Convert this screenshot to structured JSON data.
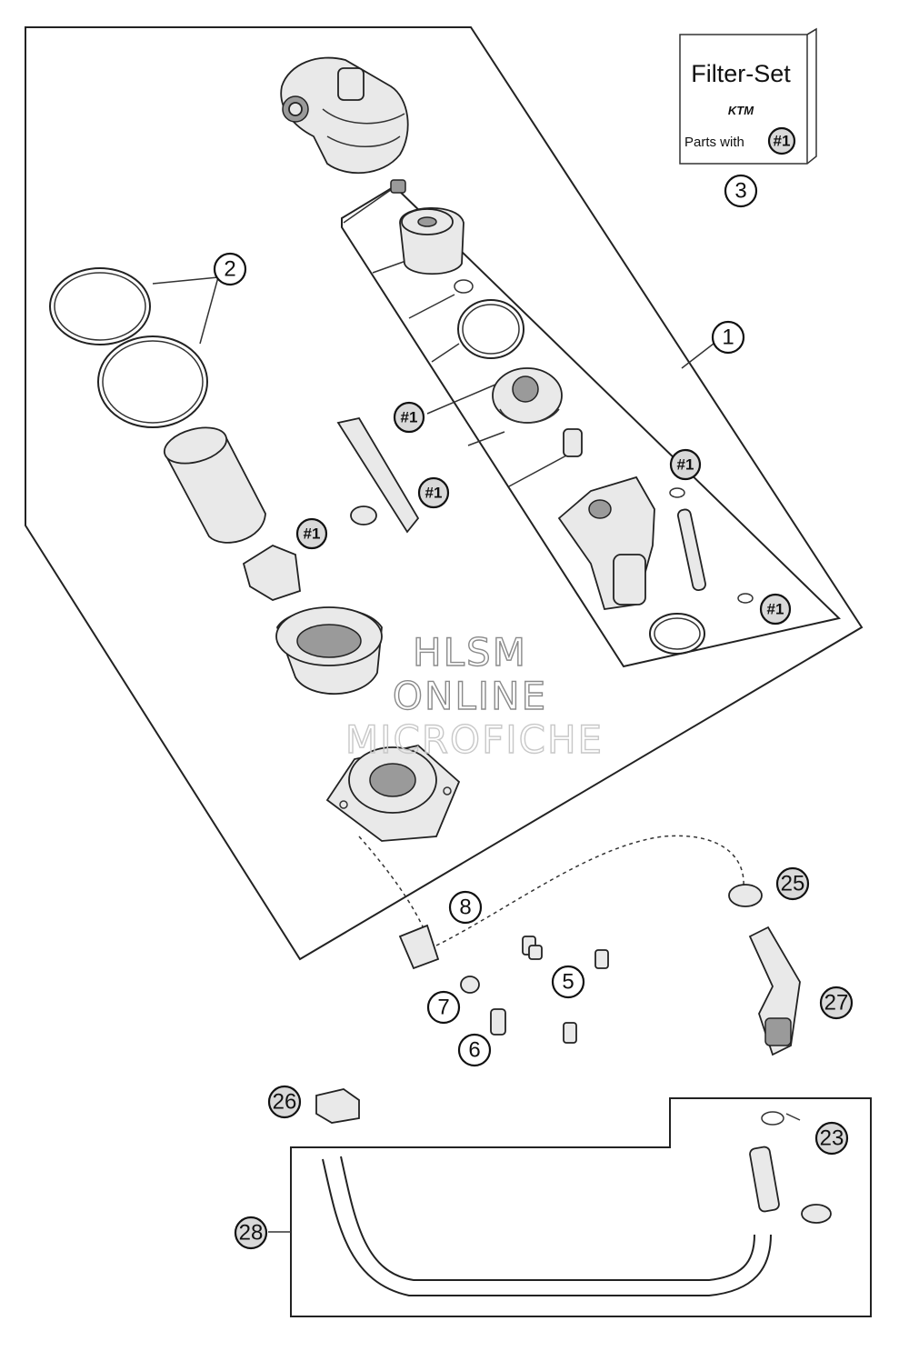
{
  "filter_set_box": {
    "title": "Filter-Set",
    "brand_logo": "KTM",
    "parts_with_label": "Parts with",
    "parts_with_ref": "#1"
  },
  "watermark": {
    "line1": "HLSM",
    "line2": "ONLINE",
    "line3": "MICROFICHE"
  },
  "callouts": {
    "c1": "1",
    "c2": "2",
    "c3": "3",
    "c5": "5",
    "c6": "6",
    "c7": "7",
    "c8": "8",
    "c23": "23",
    "c25": "25",
    "c26": "26",
    "c27": "27",
    "c28": "28"
  },
  "ref_marks": {
    "r1": "#1",
    "r2": "#1",
    "r3": "#1",
    "r4": "#1",
    "r5": "#1"
  },
  "colors": {
    "line": "#222222",
    "part_fill": "#e9e9e9",
    "watermark": "#8a8a8a"
  }
}
